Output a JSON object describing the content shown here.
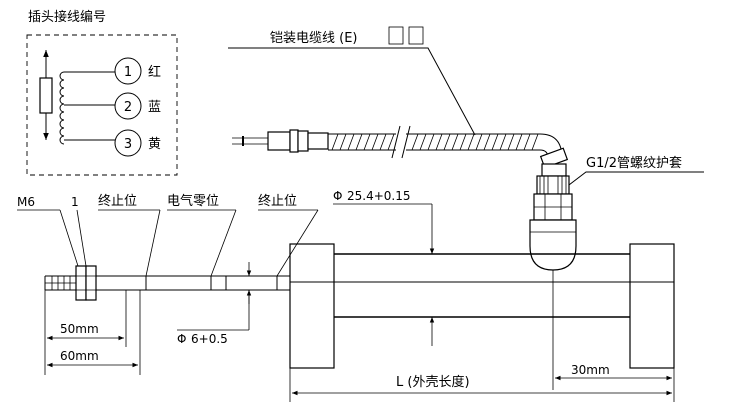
{
  "plug_box": {
    "title": "插头接线编号",
    "pins": [
      {
        "num": "1",
        "color": "红"
      },
      {
        "num": "2",
        "color": "蓝"
      },
      {
        "num": "3",
        "color": "黄"
      }
    ]
  },
  "labels": {
    "armored_cable": "铠装电缆线 (E)",
    "thread_sleeve": "G1/2管螺纹护套",
    "m6": "M6",
    "one": "1",
    "stop_left": "终止位",
    "electrical_zero": "电气零位",
    "stop_right": "终止位",
    "dia_25": "25.4+0.15",
    "dia_6": "6+0.5",
    "dia_symbol": "Φ",
    "dim_50": "50mm",
    "dim_60": "60mm",
    "dim_30": "30mm",
    "length_L": "L (外壳长度)"
  }
}
